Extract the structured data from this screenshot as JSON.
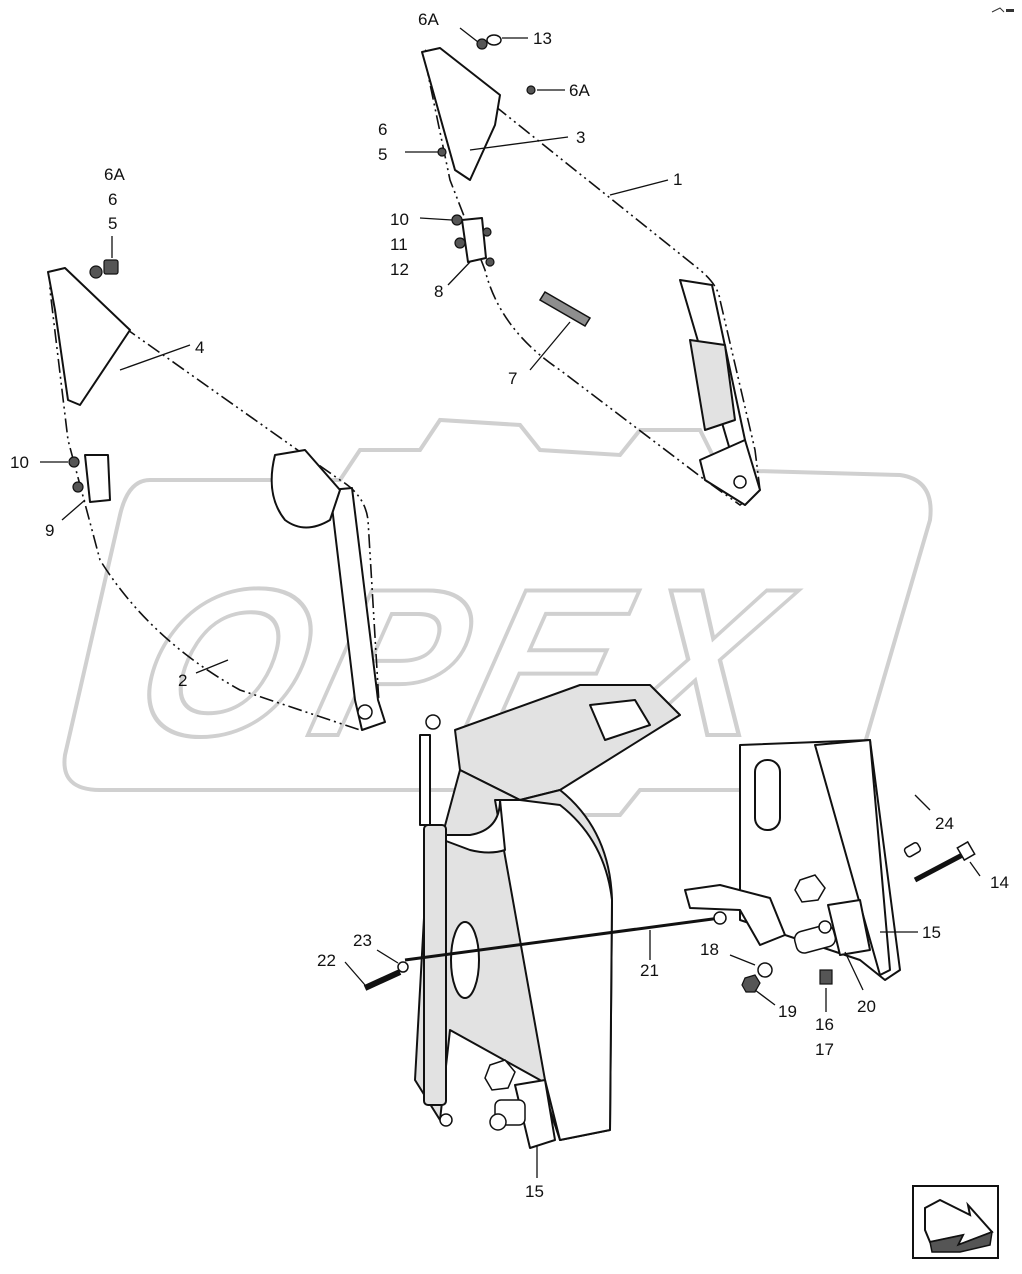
{
  "watermark": {
    "text": "OPEX"
  },
  "callouts": [
    {
      "id": "c-6a-top",
      "text": "6A"
    },
    {
      "id": "c-13",
      "text": "13"
    },
    {
      "id": "c-6a-right",
      "text": "6A"
    },
    {
      "id": "c-6-upper",
      "text": "6"
    },
    {
      "id": "c-5-upper",
      "text": "5"
    },
    {
      "id": "c-3",
      "text": "3"
    },
    {
      "id": "c-1",
      "text": "1"
    },
    {
      "id": "c-10-upper",
      "text": "10"
    },
    {
      "id": "c-11",
      "text": "11"
    },
    {
      "id": "c-12",
      "text": "12"
    },
    {
      "id": "c-8",
      "text": "8"
    },
    {
      "id": "c-7",
      "text": "7"
    },
    {
      "id": "c-6a-left",
      "text": "6A"
    },
    {
      "id": "c-6-left",
      "text": "6"
    },
    {
      "id": "c-5-left",
      "text": "5"
    },
    {
      "id": "c-4",
      "text": "4"
    },
    {
      "id": "c-10-left",
      "text": "10"
    },
    {
      "id": "c-9",
      "text": "9"
    },
    {
      "id": "c-2",
      "text": "2"
    },
    {
      "id": "c-24",
      "text": "24"
    },
    {
      "id": "c-14",
      "text": "14"
    },
    {
      "id": "c-15-right",
      "text": "15"
    },
    {
      "id": "c-23",
      "text": "23"
    },
    {
      "id": "c-22",
      "text": "22"
    },
    {
      "id": "c-21",
      "text": "21"
    },
    {
      "id": "c-18",
      "text": "18"
    },
    {
      "id": "c-19",
      "text": "19"
    },
    {
      "id": "c-16",
      "text": "16"
    },
    {
      "id": "c-17",
      "text": "17"
    },
    {
      "id": "c-20",
      "text": "20"
    },
    {
      "id": "c-15-bottom",
      "text": "15"
    }
  ],
  "icons": {
    "corner_mark": "corner-mark-icon",
    "next_page": "next-page-arrow-icon"
  }
}
